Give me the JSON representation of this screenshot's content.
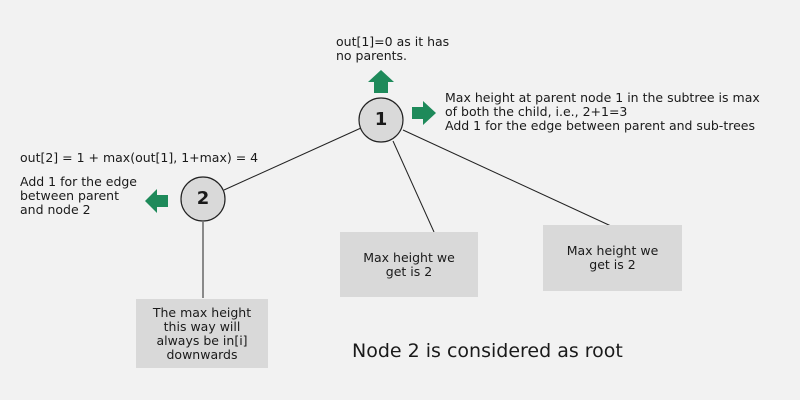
{
  "nodes": {
    "node1": "1",
    "node2": "2"
  },
  "annotations": {
    "top_note": "out[1]=0 as it has\nno parents.",
    "right_note": "Max height at parent node 1 in the subtree is max\nof both the child, i.e., 2+1=3\nAdd 1 for the edge between parent and sub-trees",
    "left_formula": "out[2] = 1 + max(out[1], 1+max) = 4",
    "left_note": "Add 1 for the edge\nbetween parent\nand node 2"
  },
  "boxes": {
    "bottom_left": "The max height\nthis way will\nalways be in[i]\ndownwards",
    "middle": "Max height we\nget is 2",
    "right": "Max height we\nget is 2"
  },
  "caption": "Node 2 is considered as root",
  "colors": {
    "background": "#f2f2f2",
    "arrow": "#1e8a5a",
    "node_fill": "#d9d9d9",
    "box_fill": "#d9d9d9"
  }
}
